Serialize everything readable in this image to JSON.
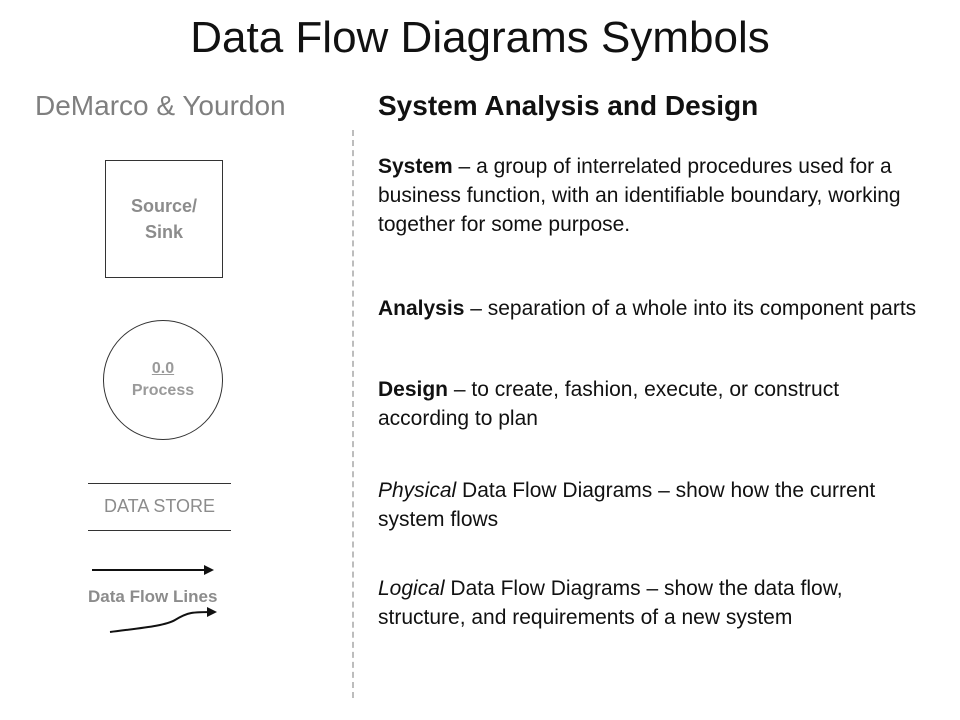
{
  "title": "Data Flow Diagrams Symbols",
  "left": {
    "heading": "DeMarco & Yourdon",
    "source_sink": {
      "line1": "Source/",
      "line2": "Sink"
    },
    "process": {
      "number": "0.0",
      "label": "Process"
    },
    "data_store": {
      "label": "DATA STORE"
    },
    "data_flow": {
      "label": "Data Flow Lines"
    }
  },
  "right": {
    "heading": "System Analysis and Design",
    "definitions": [
      {
        "term": "System",
        "text": " – a group of interrelated procedures used for a business function, with an identifiable boundary, working together for some purpose."
      },
      {
        "term": "Analysis",
        "text": " – separation of a whole into its component parts"
      },
      {
        "term": "Design",
        "text": " – to create, fashion, execute, or construct according to plan"
      }
    ],
    "diagram_types": [
      {
        "term": "Physical",
        "text": " Data Flow Diagrams – show how the current system flows"
      },
      {
        "term": "Logical",
        "text": " Data Flow Diagrams – show the data flow, structure, and requirements of a new system"
      }
    ]
  }
}
